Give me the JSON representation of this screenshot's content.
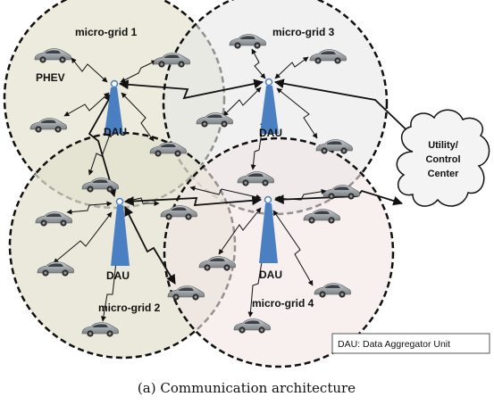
{
  "microgrids": [
    {
      "label": "micro-grid 1",
      "color": "#e6e4d2"
    },
    {
      "label": "micro-grid 3",
      "color": "#e8e8ea"
    },
    {
      "label": "micro-grid 2",
      "color": "#e3e1cf"
    },
    {
      "label": "micro-grid 4",
      "color": "#f2e6e4"
    }
  ],
  "dau_label": "DAU",
  "phev_label": "PHEV",
  "control_center": {
    "line1": "Utility/",
    "line2": "Control",
    "line3": "Center"
  },
  "legend": "DAU: Data Aggregator Unit",
  "caption": "(a) Communication architecture",
  "colors": {
    "tower": "#4a7fc1",
    "car": "#9aa0a6",
    "cloud_fill": "#f4f4f4"
  },
  "icons": {
    "car": "car-icon",
    "tower": "antenna-tower-icon",
    "cloud": "cloud-icon"
  }
}
